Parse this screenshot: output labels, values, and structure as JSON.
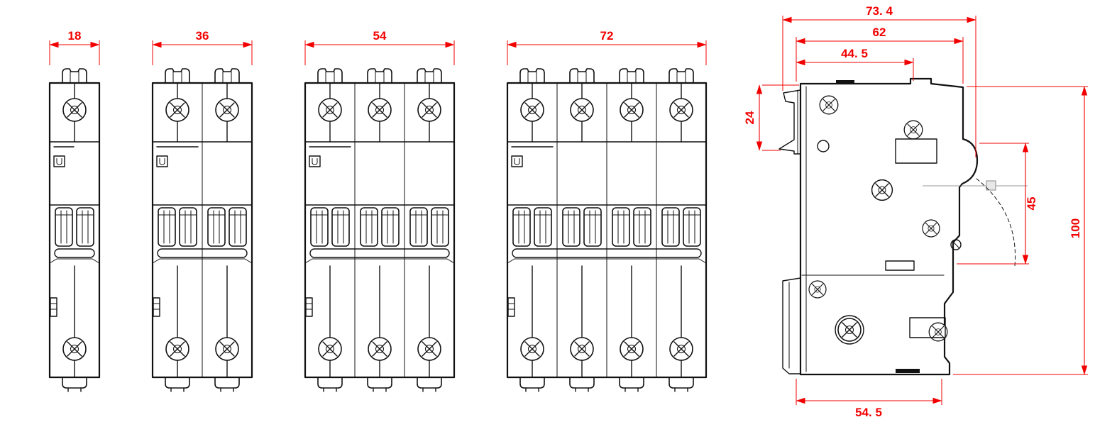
{
  "page": {
    "background": "#ffffff"
  },
  "colors": {
    "dimension": "#f20000",
    "line": "#111111"
  },
  "front_views": [
    {
      "name": "1-pole breaker front view",
      "width_label": "18"
    },
    {
      "name": "2-pole breaker front view",
      "width_label": "36"
    },
    {
      "name": "3-pole breaker front view",
      "width_label": "54"
    },
    {
      "name": "4-pole breaker front view",
      "width_label": "72"
    }
  ],
  "side_view": {
    "name": "breaker side view",
    "labels": {
      "overall_depth": "73. 4",
      "body_depth": "62",
      "upper_depth": "44. 5",
      "rail_clip_height": "24",
      "handle_zone": "45",
      "height": "100",
      "base_depth": "54. 5"
    }
  }
}
